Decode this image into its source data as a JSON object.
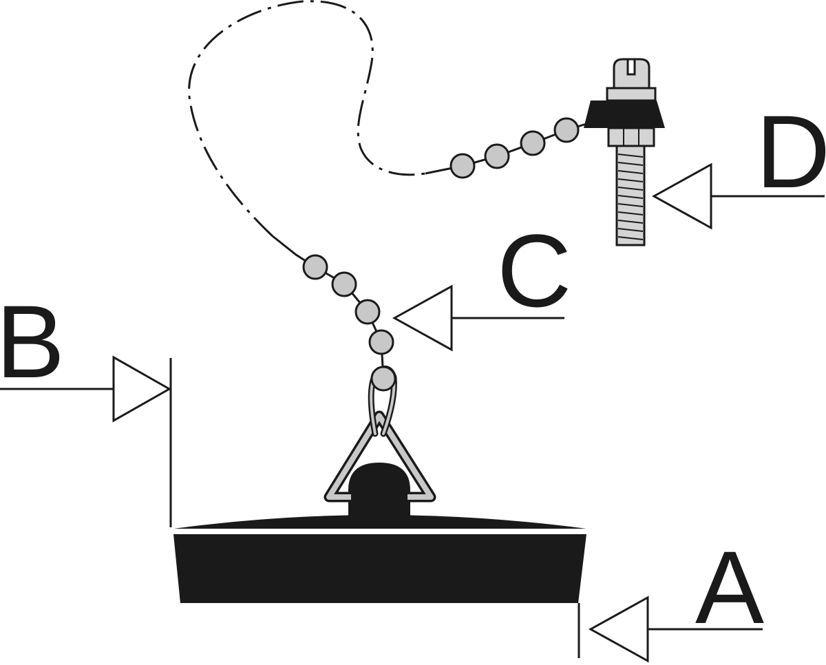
{
  "labels": {
    "a": "A",
    "b": "B",
    "c": "C",
    "d": "D"
  },
  "colors": {
    "ink": "#1a1a1a",
    "chain_bead": "#c8c8c8",
    "screw_metal": "#d4d4d4",
    "background": "#ffffff"
  },
  "parts": {
    "a": "stopper-plug",
    "b": "stopper-top-diameter",
    "c": "bead-chain",
    "d": "overflow-screw-anchor"
  }
}
